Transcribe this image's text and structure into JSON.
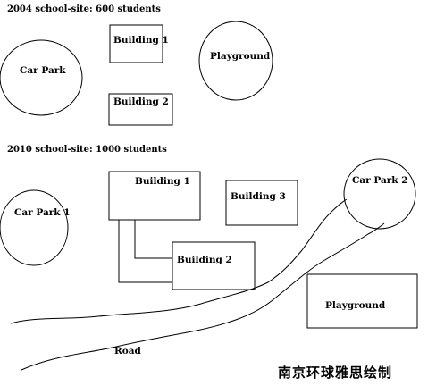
{
  "map_2004": {
    "title": "2004 school-site: 600 students",
    "building_1": "Building 1",
    "building_2": "Building 2",
    "car_park": "Car Park",
    "playground": "Playground"
  },
  "map_2010": {
    "title": "2010 school-site: 1000 students",
    "building_1": "Building 1",
    "building_2": "Building 2",
    "building_3": "Building 3",
    "car_park_1": "Car Park 1",
    "car_park_2": "Car Park 2",
    "playground": "Playground",
    "road": "Road"
  },
  "watermark": "南京环球雅思绘制"
}
